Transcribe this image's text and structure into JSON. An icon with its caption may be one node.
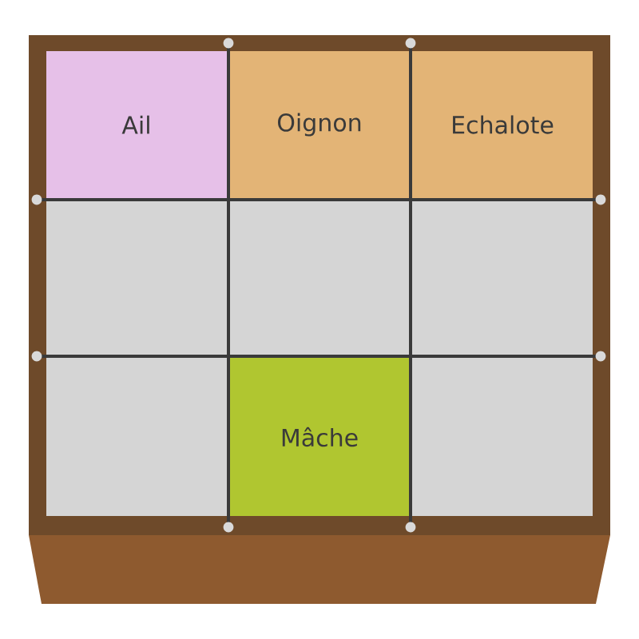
{
  "diagram": {
    "nodes": [
      {
        "text": [
          "Ail"
        ]
      },
      {
        "text": [
          "Oignon"
        ]
      },
      {
        "text": [
          "Echalote"
        ]
      },
      {
        "text": [],
        "shape": "box"
      },
      {
        "text": [],
        "shape": "box"
      },
      {
        "text": [],
        "shape": "box"
      },
      {
        "text": [],
        "shape": "box"
      },
      {
        "text": [
          "Mâche"
        ]
      },
      {
        "text": [],
        "shape": "box"
      }
    ]
  }
}
